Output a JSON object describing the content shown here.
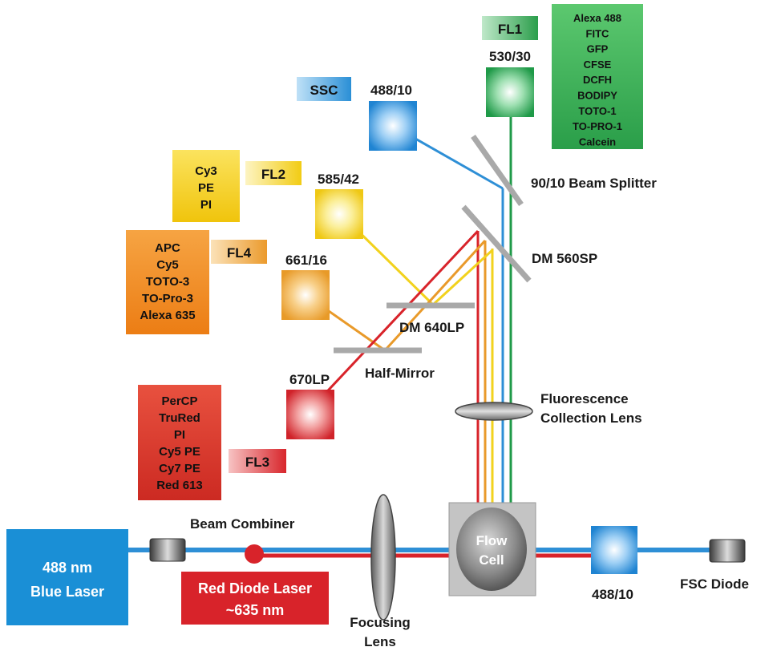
{
  "colors": {
    "blue_beam": "#2e8fd6",
    "red_beam": "#d8232a",
    "green_beam": "#1f9a48",
    "yellow_beam": "#f2d21d",
    "orange_beam": "#e99a2a",
    "mirror_gray": "#a9a9a9",
    "blue_laser_box": "#1a8fd6",
    "red_laser_box": "#d8232a",
    "green_box": "#2ea84c",
    "yellow_box": "#f3cf12",
    "orange_box": "#f08a1c",
    "red_box": "#d8372a"
  },
  "channels": {
    "fl1": "FL1",
    "ssc": "SSC",
    "fl2": "FL2",
    "fl4": "FL4",
    "fl3": "FL3"
  },
  "filters": {
    "fl1": "530/30",
    "ssc": "488/10",
    "fl2": "585/42",
    "fl4": "661/16",
    "fl3": "670LP",
    "fsc": "488/10"
  },
  "components": {
    "beam_splitter": "90/10 Beam Splitter",
    "dm560": "DM 560SP",
    "dm640": "DM 640LP",
    "half_mirror": "Half-Mirror",
    "collection_lens_line1": "Fluorescence",
    "collection_lens_line2": "Collection Lens",
    "beam_combiner": "Beam Combiner",
    "focusing_lens_line1": "Focusing",
    "focusing_lens_line2": "Lens",
    "flow_cell_line1": "Flow",
    "flow_cell_line2": "Cell",
    "fsc_diode": "FSC Diode"
  },
  "lasers": {
    "blue_line1": "488  nm",
    "blue_line2": "Blue Laser",
    "red_line1": "Red Diode Laser",
    "red_line2": "~635  nm"
  },
  "dyes": {
    "fl1": [
      "Alexa 488",
      "FITC",
      "GFP",
      "CFSE",
      "DCFH",
      "BODIPY",
      "TOTO-1",
      "TO-PRO-1",
      "Calcein"
    ],
    "fl2": [
      "Cy3",
      "PE",
      "PI"
    ],
    "fl4": [
      "APC",
      "Cy5",
      "TOTO-3",
      "TO-Pro-3",
      "Alexa 635"
    ],
    "fl3": [
      "PerCP",
      "TruRed",
      "PI",
      "Cy5 PE",
      "Cy7 PE",
      "Red 613"
    ]
  }
}
